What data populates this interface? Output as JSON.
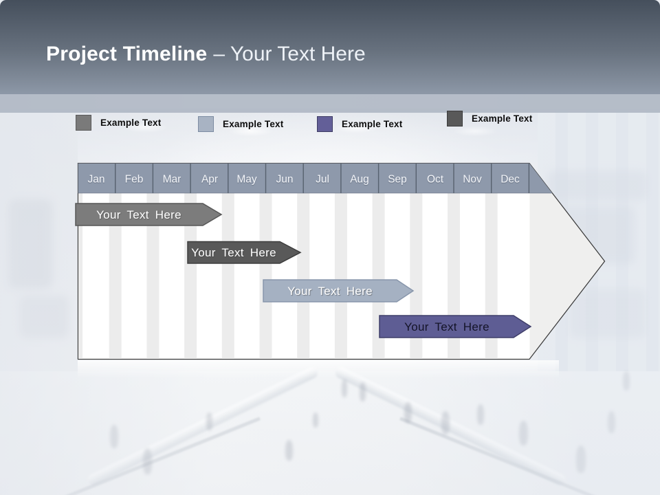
{
  "slide": {
    "title_bold": "Project Timeline",
    "title_regular": "– Your Text Here"
  },
  "legend": {
    "items": [
      {
        "label": "Example Text",
        "color": "#7a7a7a",
        "border": "#595959"
      },
      {
        "label": "Example Text",
        "color": "#a8b3c3",
        "border": "#7d8ca2"
      },
      {
        "label": "Example Text",
        "color": "#635f98",
        "border": "#3e3c64"
      },
      {
        "label": "Example Text",
        "color": "#595959",
        "border": "#3c3c3c"
      }
    ]
  },
  "timeline": {
    "type": "gantt-arrow",
    "months": [
      "Jan",
      "Feb",
      "Mar",
      "Apr",
      "May",
      "Jun",
      "Jul",
      "Aug",
      "Sep",
      "Oct",
      "Nov",
      "Dec"
    ],
    "header_color": "#8e99ab",
    "bars": [
      {
        "label": "Your Text Here",
        "color": "#7c7c7c",
        "border": "#575757",
        "text_color": "#ffffff",
        "start_month": "Jan",
        "end_month": "Apr"
      },
      {
        "label": "Your Text Here",
        "color": "#595959",
        "border": "#3d3d3d",
        "text_color": "#ffffff",
        "start_month": "Mar",
        "end_month": "Jun"
      },
      {
        "label": "Your Text Here",
        "color": "#a5b1c2",
        "border": "#8896ab",
        "text_color": "#ffffff",
        "start_month": "May",
        "end_month": "Sep"
      },
      {
        "label": "Your Text Here",
        "color": "#5e5d94",
        "border": "#3f3e69",
        "text_color": "#141428",
        "start_month": "Sep",
        "end_month": "Dec"
      }
    ]
  }
}
